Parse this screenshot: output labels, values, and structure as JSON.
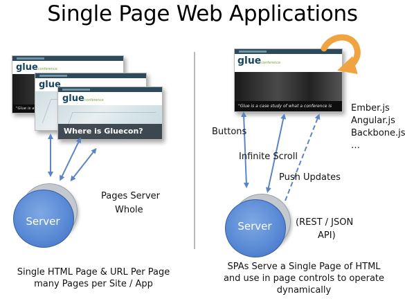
{
  "title": "Single Page Web Applications",
  "left": {
    "screens": {
      "logo": "glue",
      "logo_sub": "conference",
      "map_caption": "Where is Gluecon?",
      "strip_text": "\"Glue is a case study of what a conference is supposed to be.\""
    },
    "server_label": "Server",
    "side_label_line1": "Pages Server",
    "side_label_line2": "Whole",
    "caption_line1": "Single HTML Page & URL Per Page",
    "caption_line2": "many Pages per Site / App"
  },
  "right": {
    "screen": {
      "logo": "glue",
      "logo_sub": "conference",
      "strip_text": "\"Glue is a case study of what a conference is supposed to be.\""
    },
    "frameworks": [
      "Ember.js",
      "Angular.js",
      "Backbone.js",
      "…"
    ],
    "arrow_labels": {
      "buttons": "Buttons",
      "infinite_scroll": "Infinite Scroll",
      "push_updates": "Push Updates"
    },
    "server_label": "Server",
    "api_label_line1": "(REST / JSON",
    "api_label_line2": "API)",
    "caption_line1": "SPAs Serve a Single Page of HTML",
    "caption_line2": "and use in page controls to operate",
    "caption_line3": "dynamically"
  },
  "colors": {
    "arrow": "#5b84c4",
    "server": "#5b8bd6",
    "refresh_arrow": "#f0a341",
    "divider": "#b9b9b9"
  }
}
